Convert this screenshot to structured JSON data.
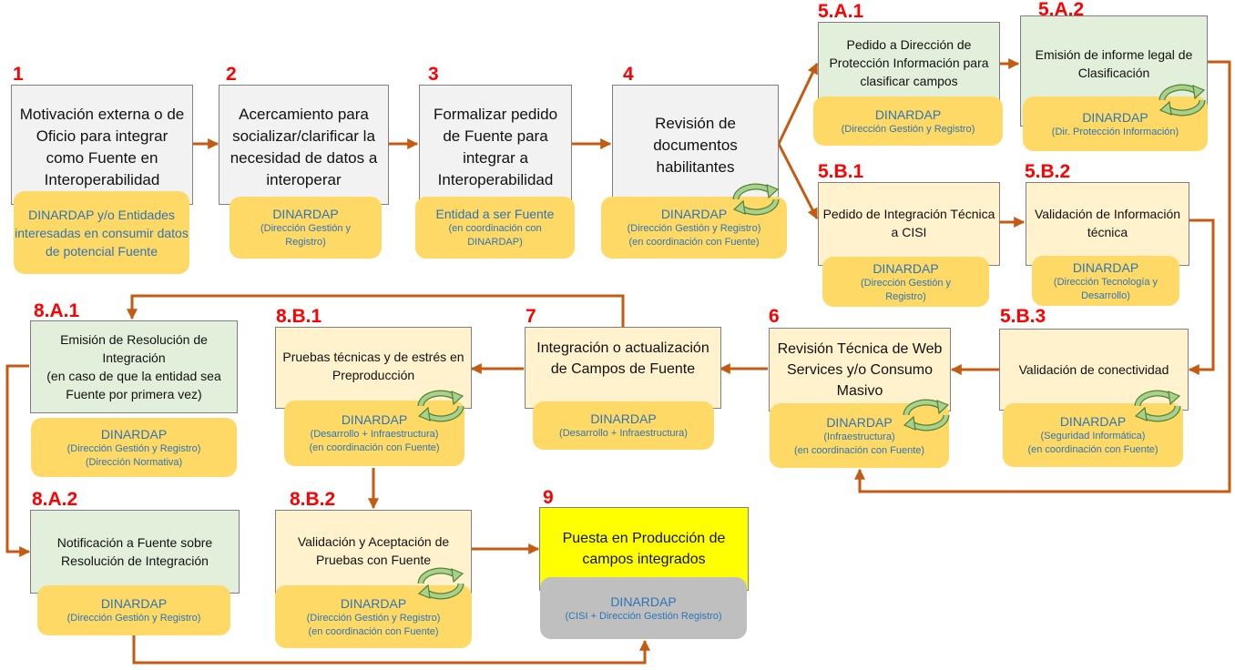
{
  "steps": [
    {
      "num": "1",
      "text": "Motivación externa o de Oficio para integrar como Fuente en Interoperabilidad",
      "resp": "DINARDAP y/o Entidades interesadas en consumir datos de potencial Fuente"
    },
    {
      "num": "2",
      "text": "Acercamiento para socializar/clarificar la necesidad de datos a interoperar",
      "resp": "DINARDAP",
      "resp_detail": "(Dirección Gestión y Registro)"
    },
    {
      "num": "3",
      "text": "Formalizar pedido de Fuente para integrar a Interoperabilidad",
      "resp": "Entidad a ser Fuente",
      "resp_detail": "(en coordinación con DINARDAP)"
    },
    {
      "num": "4",
      "text": "Revisión de documentos habilitantes",
      "resp": "DINARDAP",
      "resp_detail": "(Dirección Gestión y Registro)\n(en coordinación con Fuente)"
    },
    {
      "num": "5.A.1",
      "text": "Pedido a Dirección de Protección Información para clasificar campos",
      "resp": "DINARDAP",
      "resp_detail": "(Dirección Gestión y Registro)"
    },
    {
      "num": "5.A.2",
      "text": "Emisión de informe legal de Clasificación",
      "resp": "DINARDAP",
      "resp_detail": "(Dir. Protección Información)"
    },
    {
      "num": "5.B.1",
      "text": "Pedido de Integración Técnica a CISI",
      "resp": "DINARDAP",
      "resp_detail": "(Dirección Gestión y Registro)"
    },
    {
      "num": "5.B.2",
      "text": "Validación de Información técnica",
      "resp": "DINARDAP",
      "resp_detail": "(Dirección Tecnología y Desarrollo)"
    },
    {
      "num": "5.B.3",
      "text": "Validación de conectividad",
      "resp": "DINARDAP",
      "resp_detail": "(Seguridad Informática)\n(en coordinación con Fuente)"
    },
    {
      "num": "6",
      "text": "Revisión Técnica de Web Services y/o Consumo Masivo",
      "resp": "DINARDAP",
      "resp_detail": "(Infraestructura)\n(en coordinación con Fuente)"
    },
    {
      "num": "7",
      "text": "Integración o actualización de Campos de Fuente",
      "resp": "DINARDAP",
      "resp_detail": "(Desarrollo + Infraestructura)"
    },
    {
      "num": "8.B.1",
      "text": "Pruebas técnicas y de estrés en Preproducción",
      "resp": "DINARDAP",
      "resp_detail": "(Desarrollo + Infraestructura)\n(en coordinación con Fuente)"
    },
    {
      "num": "8.A.1",
      "text": "Emisión de Resolución de Integración\n(en caso de que la entidad sea Fuente por primera vez)",
      "resp": "DINARDAP",
      "resp_detail": "(Dirección Gestión y Registro)\n(Dirección Normativa)"
    },
    {
      "num": "8.A.2",
      "text": "Notificación a Fuente sobre Resolución de Integración",
      "resp": "DINARDAP",
      "resp_detail": "(Dirección Gestión y Registro)"
    },
    {
      "num": "8.B.2",
      "text": "Validación y Aceptación de Pruebas con Fuente",
      "resp": "DINARDAP",
      "resp_detail": "(Dirección Gestión y Registro)\n(en coordinación con Fuente)"
    },
    {
      "num": "9",
      "text": "Puesta en Producción de campos integrados",
      "resp": "DINARDAP",
      "resp_detail": "(CISI + Dirección Gestión Registro)"
    }
  ],
  "colors": {
    "arrow": "#c55a11",
    "step_number": "#ff0000",
    "pill": "#ffd966",
    "pill_text": "#2e75b6",
    "box_grey": "#f2f2f2",
    "box_green": "#e2efda",
    "box_cream": "#fff2cc",
    "box_final": "#ffff00",
    "cycle_fill": "#a9d18e",
    "cycle_stroke": "#548235"
  },
  "icons": {
    "cycle": "recycle-cycle-icon"
  }
}
